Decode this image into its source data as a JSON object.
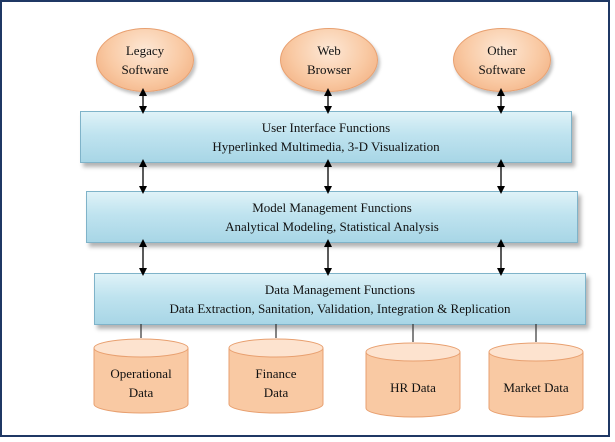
{
  "sources": [
    {
      "label": "Legacy\nSoftware"
    },
    {
      "label": "Web\nBrowser"
    },
    {
      "label": "Other\nSoftware"
    }
  ],
  "layers": [
    {
      "title": "User Interface Functions",
      "subtitle": "Hyperlinked Multimedia, 3-D Visualization"
    },
    {
      "title": "Model Management Functions",
      "subtitle": "Analytical Modeling, Statistical Analysis"
    },
    {
      "title": "Data Management Functions",
      "subtitle": "Data Extraction, Sanitation, Validation, Integration & Replication"
    }
  ],
  "stores": [
    {
      "label": "Operational\nData"
    },
    {
      "label": "Finance\nData"
    },
    {
      "label": "HR Data"
    },
    {
      "label": "Market Data"
    }
  ],
  "colors": {
    "frame": "#1f3864",
    "band_fill": "#bfe3ef",
    "ellipse_fill": "#f9c9a3",
    "arrow": "#000000"
  }
}
